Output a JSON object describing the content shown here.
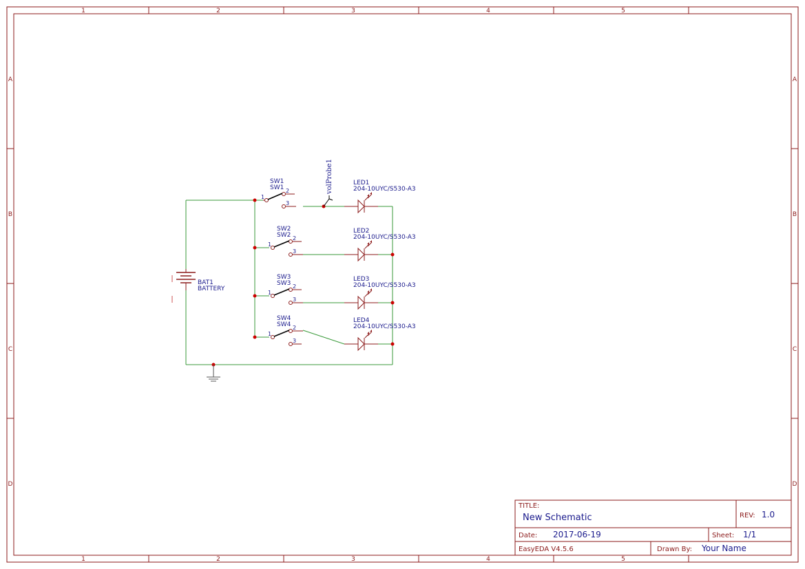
{
  "frame": {
    "columns": [
      "1",
      "2",
      "3",
      "4",
      "5"
    ],
    "rows": [
      "A",
      "B",
      "C",
      "D"
    ]
  },
  "title_block": {
    "title_label": "TITLE:",
    "title_value": "New Schematic",
    "rev_label": "REV:",
    "rev_value": "1.0",
    "date_label": "Date:",
    "date_value": "2017-06-19",
    "sheet_label": "Sheet:",
    "sheet_value": "1/1",
    "software": "EasyEDA V4.5.6",
    "drawn_by_label": "Drawn By:",
    "drawn_by_value": "Your Name"
  },
  "components": {
    "battery": {
      "ref": "BAT1",
      "value": "BATTERY"
    },
    "switches": [
      {
        "ref": "SW1",
        "value": "SW1",
        "pins": [
          "1",
          "2",
          "3"
        ]
      },
      {
        "ref": "SW2",
        "value": "SW2",
        "pins": [
          "1",
          "2",
          "3"
        ]
      },
      {
        "ref": "SW3",
        "value": "SW3",
        "pins": [
          "1",
          "2",
          "3"
        ]
      },
      {
        "ref": "SW4",
        "value": "SW4",
        "pins": [
          "1",
          "2",
          "3"
        ]
      }
    ],
    "leds": [
      {
        "ref": "LED1",
        "value": "204-10UYC/S530-A3"
      },
      {
        "ref": "LED2",
        "value": "204-10UYC/S530-A3"
      },
      {
        "ref": "LED3",
        "value": "204-10UYC/S530-A3"
      },
      {
        "ref": "LED4",
        "value": "204-10UYC/S530-A3"
      }
    ],
    "probe": {
      "label": "volProbe1"
    }
  },
  "colors": {
    "frame": "#8b1a1a",
    "wire": "#3a9a3a",
    "label": "#1a1a8c",
    "junction": "#cc0000",
    "symbol": "#8b1a1a"
  }
}
